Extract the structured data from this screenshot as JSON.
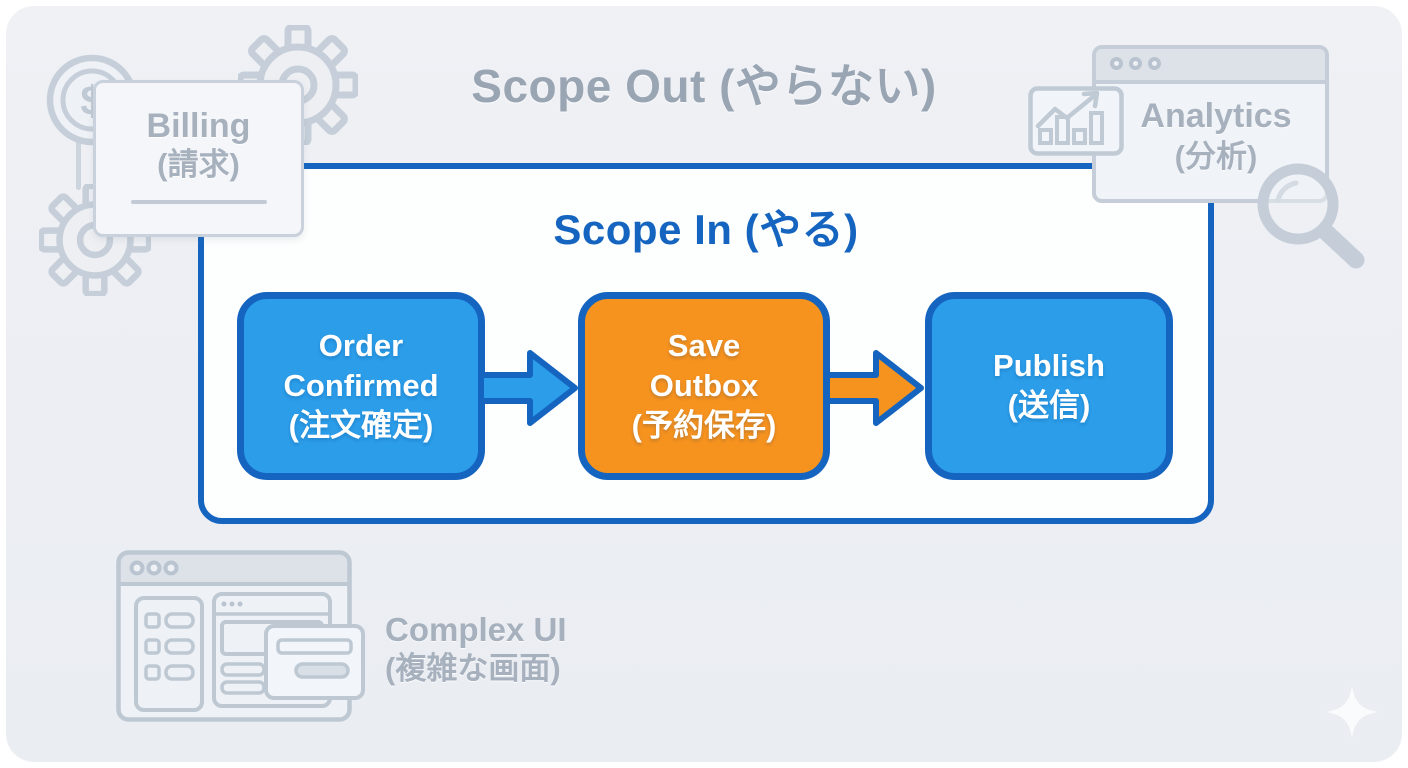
{
  "diagram": {
    "scope_out_title": "Scope Out (やらない)",
    "scope_in_title": "Scope In (やる)"
  },
  "steps": [
    {
      "title": "Order Confirmed",
      "subtitle": "(注文確定)",
      "fill": "#2b9de9"
    },
    {
      "title": "Save Outbox",
      "subtitle": "(予約保存)",
      "fill": "#f6921e"
    },
    {
      "title": "Publish",
      "subtitle": "(送信)",
      "fill": "#2b9de9"
    }
  ],
  "arrows": [
    {
      "from": "Order Confirmed",
      "to": "Save Outbox",
      "fill": "#2b9de9"
    },
    {
      "from": "Save Outbox",
      "to": "Publish",
      "fill": "#f6921e"
    }
  ],
  "out_of_scope": [
    {
      "title": "Billing",
      "subtitle": "(請求)",
      "icons": [
        "dollar-coin",
        "gear",
        "gear"
      ]
    },
    {
      "title": "Analytics",
      "subtitle": "(分析)",
      "icons": [
        "browser-window",
        "bar-chart",
        "magnifier"
      ]
    },
    {
      "title": "Complex UI",
      "subtitle": "(複雑な画面)",
      "icons": [
        "wireframe-browser-window"
      ]
    }
  ],
  "colors": {
    "accent_blue": "#1565c0",
    "step_blue": "#2b9de9",
    "step_orange": "#f6921e",
    "muted_gray_text": "#a7b1be",
    "muted_gray_line": "#c5ced8",
    "panel_background": "#edeff3",
    "scope_in_background": "#fdfefe"
  },
  "watermark": {
    "icon": "sparkle"
  }
}
